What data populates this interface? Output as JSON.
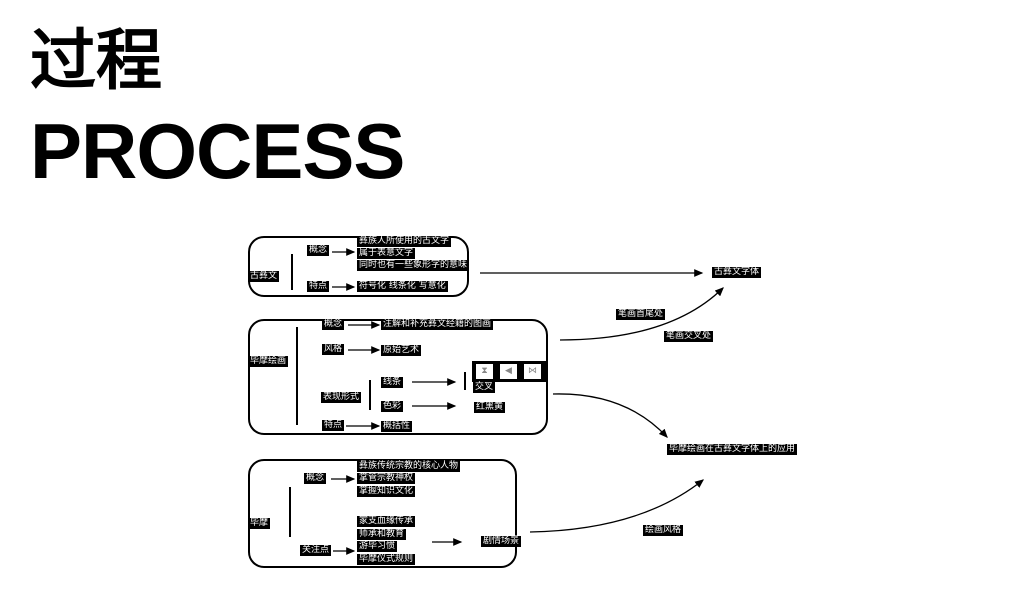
{
  "title_cn": "过程",
  "title_en": "PROCESS",
  "box1": {
    "root": "古彝文",
    "concept": "概念",
    "concept_items": [
      "彝族人所使用的古文字",
      "属于表意文字",
      "同时也有一些象形字的意味"
    ],
    "feature": "特点",
    "feature_item": "符号化 线条化 写意化"
  },
  "box2": {
    "root": "毕摩绘画",
    "concept": "概念",
    "concept_item": "注解和补充彝文经籍的图画",
    "style": "风格",
    "style_item": "原始艺术",
    "form": "表现形式",
    "line": "线条",
    "line_item": "交叉",
    "color": "色彩",
    "color_item": "红黑黄",
    "feature": "特点",
    "feature_item": "概括性"
  },
  "box3": {
    "root": "毕摩",
    "concept": "概念",
    "concept_items": [
      "彝族传统宗教的核心人物",
      "掌管宗教神权",
      "掌握知识文化"
    ],
    "focus": "关注点",
    "focus_items": [
      "家支血缘传承",
      "师承和教育",
      "游毕习惯",
      "毕摩仪式规则"
    ],
    "focus_result": "剧情场景"
  },
  "right": {
    "font": "古彝文字体",
    "stroke_ends": "笔画首尾处",
    "stroke_cross": "笔画交叉处",
    "application": "毕摩绘画在古彝文字体上的应用",
    "painting_style": "绘画风格"
  }
}
